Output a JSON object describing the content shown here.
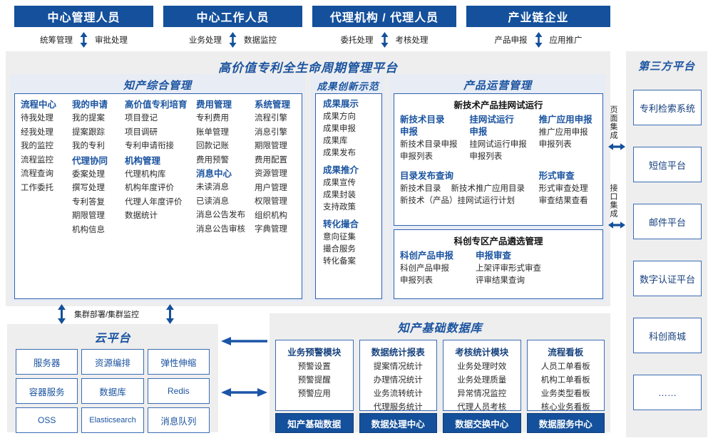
{
  "theme": {
    "brand": "#14509b",
    "title_blue": "#1b54a0",
    "border_blue": "#3a6cb5",
    "panel_grey": "#eeeeee",
    "panel_light": "#e8ecf5"
  },
  "roles": [
    {
      "title": "中心管理人员",
      "left": "统筹管理",
      "right": "审批处理"
    },
    {
      "title": "中心工作人员",
      "left": "业务处理",
      "right": "数据监控"
    },
    {
      "title": "代理机构 / 代理人员",
      "left": "委托处理",
      "right": "考核处理"
    },
    {
      "title": "产业链企业",
      "left": "产品申报",
      "right": "应用推广"
    }
  ],
  "platform": {
    "title": "高价值专利全生命周期管理平台"
  },
  "ip_mgmt": {
    "title": "知产综合管理",
    "columns": [
      {
        "groups": [
          {
            "head": "流程中心",
            "items": [
              "待我处理",
              "经我处理",
              "我的监控",
              "流程监控",
              "流程查询",
              "工作委托"
            ]
          }
        ]
      },
      {
        "groups": [
          {
            "head": "我的申请",
            "items": [
              "我的提案",
              "提案跟踪",
              "我的专利"
            ]
          },
          {
            "head": "代理协同",
            "items": [
              "委案处理",
              "撰写处理",
              "专利答复",
              "期限管理",
              "机构信息"
            ]
          }
        ]
      },
      {
        "groups": [
          {
            "head": "高价值专利培育",
            "items": [
              "项目登记",
              "项目调研",
              "专利申请衔接"
            ]
          },
          {
            "head": "机构管理",
            "items": [
              "代理机构库",
              "机构年度评价",
              "代理人年度评价",
              "数据统计"
            ]
          }
        ]
      },
      {
        "groups": [
          {
            "head": "费用管理",
            "items": [
              "专利费用",
              "账单管理",
              "回款记账",
              "费用预警"
            ]
          },
          {
            "head": "消息中心",
            "items": [
              "未读消息",
              "已读消息",
              "消息公告发布",
              "消息公告审核"
            ]
          }
        ]
      },
      {
        "groups": [
          {
            "head": "系统管理",
            "items": [
              "流程引擎",
              "消息引擎",
              "期限管理",
              "费用配置",
              "资源管理",
              "用户管理",
              "权限管理",
              "组织机构",
              "字典管理"
            ]
          }
        ]
      }
    ]
  },
  "achievement": {
    "title": "成果创新示范",
    "groups": [
      {
        "head": "成果展示",
        "items": [
          "成果方向",
          "成果申报",
          "成果库",
          "成果发布"
        ]
      },
      {
        "head": "成果推介",
        "items": [
          "成果宣传",
          "成果封装",
          "支持政策"
        ]
      },
      {
        "head": "转化撮合",
        "items": [
          "意向征集",
          "撮合服务",
          "转化备案"
        ]
      }
    ]
  },
  "product_ops": {
    "title": "产品运营管理",
    "block1": {
      "title": "新技术产品挂网试运行",
      "row1": [
        {
          "head": "新技术目录申报",
          "items": [
            "新技术目录申报",
            "申报列表"
          ]
        },
        {
          "head": "挂网试运行申报",
          "items": [
            "挂网试运行申报",
            "申报列表"
          ]
        },
        {
          "head": "推广应用申报",
          "items": [
            "推广应用申报",
            "申报列表"
          ]
        }
      ],
      "row2_left": {
        "head": "目录发布查询",
        "line1_a": "新技术目录",
        "line1_b": "新技术推广应用目录",
        "line2": "新技术（产品）挂网试运行计划"
      },
      "row2_right": {
        "head": "形式审查",
        "items": [
          "形式审查处理",
          "审查结果查看"
        ]
      }
    },
    "block2": {
      "title": "科创专区产品遴选管理",
      "cols": [
        {
          "head": "科创产品申报",
          "items": [
            "科创产品申报",
            "申报列表"
          ]
        },
        {
          "head": "申报审查",
          "items": [
            "上架评审形式审查",
            "评审结果查询"
          ]
        }
      ]
    }
  },
  "third_party": {
    "title": "第三方平台",
    "integration": [
      {
        "label": "页面集成"
      },
      {
        "label": "接口集成"
      }
    ],
    "boxes": [
      "专利检索系统",
      "短信平台",
      "邮件平台",
      "数字认证平台",
      "科创商城",
      "……"
    ]
  },
  "cloud": {
    "arrow_label": "集群部署/集群监控",
    "title": "云平台",
    "cells": [
      "服务器",
      "资源编排",
      "弹性伸缩",
      "容器服务",
      "数据库",
      "Redis",
      "OSS",
      "Elasticsearch",
      "消息队列"
    ]
  },
  "database": {
    "title": "知产基础数据库",
    "columns": [
      {
        "head": "业务预警模块",
        "items": [
          "预警设置",
          "预警提醒",
          "预警应用"
        ],
        "foot": "知产基础数据"
      },
      {
        "head": "数据统计报表",
        "items": [
          "提案情况统计",
          "办理情况统计",
          "业务流转统计",
          "代理服务统计"
        ],
        "foot": "数据处理中心"
      },
      {
        "head": "考核统计模块",
        "items": [
          "业务处理时效",
          "业务处理质量",
          "异常情况监控",
          "代理人员考核"
        ],
        "foot": "数据交换中心"
      },
      {
        "head": "流程看板",
        "items": [
          "人员工单看板",
          "机构工单看板",
          "业务类型看板",
          "核心业务看板"
        ],
        "foot": "数据服务中心"
      }
    ]
  }
}
